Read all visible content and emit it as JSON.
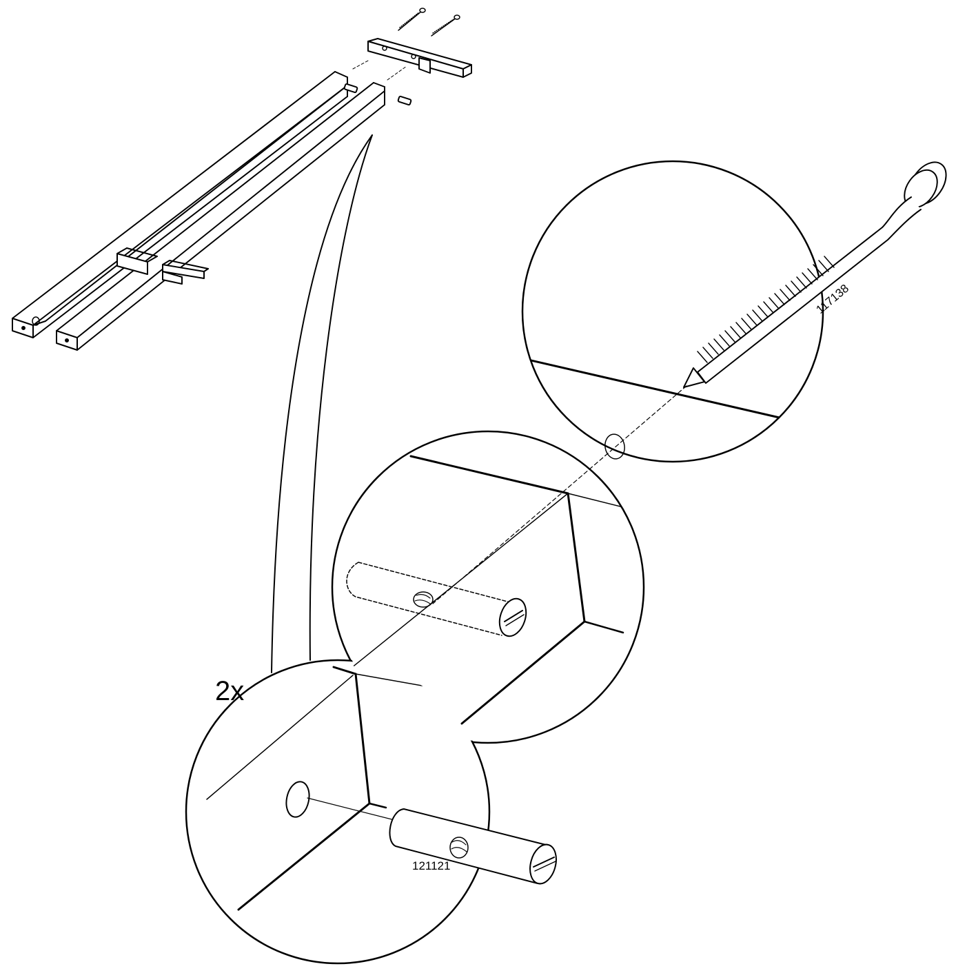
{
  "diagram": {
    "quantity_label": "2x",
    "parts": [
      {
        "id": "bolt",
        "number": "117138"
      },
      {
        "id": "barrel-nut",
        "number": "121121"
      }
    ],
    "colors": {
      "ink": "#000000",
      "paper": "#ffffff"
    }
  }
}
